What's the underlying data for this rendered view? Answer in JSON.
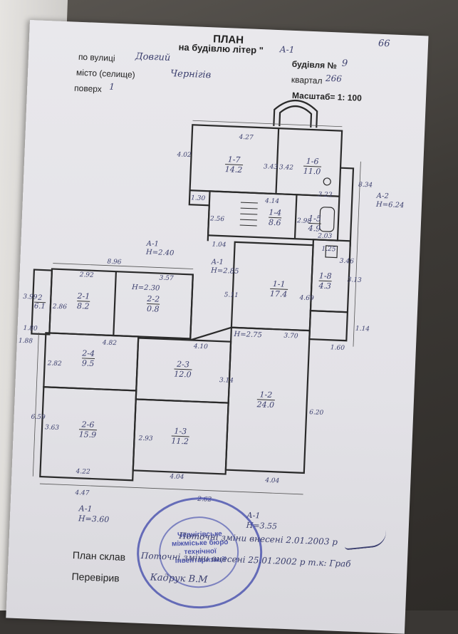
{
  "header": {
    "title": "ПЛАН",
    "subtitle": "на будівлю літер \"",
    "subtitle_litera": "А-1",
    "page_num": "66",
    "street_label": "по вулиці",
    "street_value": "Довгий",
    "building_label": "будівля №",
    "building_value": "9",
    "city_label": "місто (селище)",
    "city_value": "Чернігів",
    "block_label": "квартал",
    "block_value": "266",
    "floor_label": "поверх",
    "floor_value": "1",
    "scale_label": "Масштаб= 1: 100"
  },
  "rooms": [
    {
      "id": "1-7",
      "area": "14.2"
    },
    {
      "id": "1-6",
      "area": "11.0"
    },
    {
      "id": "1-4",
      "area": "8.6"
    },
    {
      "id": "1-5",
      "area": "4.9"
    },
    {
      "id": "1-1",
      "area": "17.4"
    },
    {
      "id": "1-2",
      "area": "24.0"
    },
    {
      "id": "1-3",
      "area": "11.2"
    },
    {
      "id": "2-1",
      "area": "8.2"
    },
    {
      "id": "2-2",
      "area": "0.8"
    },
    {
      "id": "2-3",
      "area": "12.0"
    },
    {
      "id": "2-4",
      "area": "9.5"
    },
    {
      "id": "2-6",
      "area": "15.9"
    },
    {
      "id": "1-8",
      "area": "4.3"
    },
    {
      "id": "2",
      "area": "6.1"
    }
  ],
  "dimensions": [
    "4.27",
    "4.02",
    "3.43",
    "3.42",
    "1.30",
    "4.14",
    "2.56",
    "2.98",
    "1.04",
    "3.23",
    "8.34",
    "2.03",
    "1.25",
    "3.46",
    "3.13",
    "5.11",
    "4.69",
    "8.96",
    "2.92",
    "3.57",
    "2.86",
    "3.99",
    "1.80",
    "1.88",
    "4.82",
    "4.10",
    "3.70",
    "1.60",
    "1.14",
    "2.82",
    "3.14",
    "6.20",
    "6.59",
    "3.63",
    "2.93",
    "4.22",
    "4.04",
    "4.47",
    "2.62",
    "4.04"
  ],
  "heights": [
    "А-1",
    "Н=2.40",
    "А-1",
    "Н=2.85",
    "А-2",
    "Н=6.24",
    "Н=2.30",
    "Н=2.75",
    "А-1",
    "Н=3.60",
    "А-1",
    "Н=3.55"
  ],
  "stamp": {
    "line1": "Чернігівське",
    "line2": "міжміське бюро",
    "line3": "технічної інвентаризації"
  },
  "footer": {
    "notes_line1": "Поточні зміни внесені 2.01.2003 р",
    "plan_label": "План склав",
    "plan_note": "Поточні зміни внесені 25.01.2002 р т.к: Граб",
    "check_label": "Перевірив",
    "check_value": "Кадрук В.М"
  }
}
